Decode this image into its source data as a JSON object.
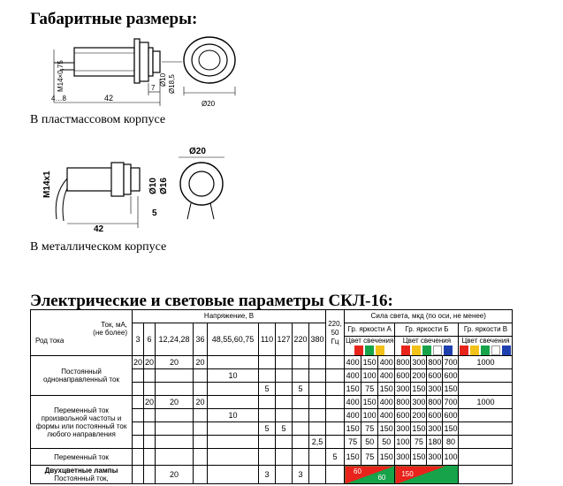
{
  "title_dimensions": "Габаритные размеры:",
  "caption_plastic": "В пластмассовом корпусе",
  "caption_metal": "В металлическом корпусе",
  "title_params": "Электрические и световые параметры СКЛ-16:",
  "fig1": {
    "thread": "М14×0,75",
    "len": "42",
    "left_dim": "4…8",
    "d10": "Ø10",
    "d185": "Ø18,5",
    "d7": "7",
    "d20": "Ø20"
  },
  "fig2": {
    "thread": "М14х1",
    "len": "42",
    "d10": "Ø10",
    "d16": "Ø16",
    "d5": "5",
    "d20": "Ø20"
  },
  "table": {
    "hdr_current": "Ток, мА,\n(не более)",
    "hdr_kind": "Род тока",
    "hdr_voltage": "Напряжение, В",
    "hdr_light": "Сила света, мкд (по оси, не менее)",
    "volts": [
      "3",
      "6",
      "12,24,28",
      "36",
      "48,55,60,75",
      "110",
      "127",
      "220",
      "380",
      "220, 50 Гц"
    ],
    "grp_a": "Гр. яркости А",
    "grp_b": "Гр. яркости Б",
    "grp_c": "Гр. яркости В",
    "color_label": "Цвет свечения",
    "colors_a": [
      "#e8231b",
      "#16a34a",
      "#f2c21b"
    ],
    "colors_b": [
      "#e8231b",
      "#f2c21b",
      "#16a34a",
      "#ffffff",
      "#1e40af"
    ],
    "colors_c": [
      "#e8231b",
      "#f2c21b",
      "#16a34a",
      "#ffffff",
      "#1e40af"
    ],
    "row1_label": "Постоянный однонаправленный ток",
    "row2_label": "Переменный ток произвольной частоты и формы или постоянный ток любого направления",
    "row3_label": "Переменный ток",
    "row4_label": "Двухцветные лампы Постоянный ток,",
    "row4_bold": "Двухцветные лампы",
    "row4_rest": "Постоянный ток,",
    "r1": {
      "c3": "20",
      "c6": "20",
      "c12": "20",
      "c36": "20",
      "c48": "10",
      "c110": "5",
      "c220": "5",
      "a": [
        [
          "400",
          "150",
          "400"
        ],
        [
          "400",
          "100",
          "400"
        ],
        [
          "150",
          "75",
          "150"
        ]
      ],
      "b": [
        [
          "800",
          "300",
          "800",
          "700"
        ],
        [
          "600",
          "200",
          "600",
          "600"
        ],
        [
          "300",
          "150",
          "300",
          "150"
        ]
      ],
      "c": "1000"
    },
    "r2": {
      "c6": "20",
      "c12": "20",
      "c36": "20",
      "c48": "10",
      "c110": "5",
      "c127": "5",
      "c380": "2,5",
      "a": [
        [
          "400",
          "150",
          "400"
        ],
        [
          "400",
          "100",
          "400"
        ],
        [
          "150",
          "75",
          "150"
        ],
        [
          "75",
          "50",
          "50"
        ]
      ],
      "b": [
        [
          "800",
          "300",
          "800",
          "700"
        ],
        [
          "600",
          "200",
          "600",
          "600"
        ],
        [
          "300",
          "150",
          "300",
          "150"
        ],
        [
          "100",
          "75",
          "180",
          "80"
        ]
      ],
      "c": "1000"
    },
    "r3": {
      "c50": "5",
      "a": [
        "150",
        "75",
        "150"
      ],
      "b": [
        "300",
        "150",
        "300",
        "100"
      ]
    },
    "r4": {
      "c12": "20",
      "c110": "3",
      "c220": "3",
      "dual_a": [
        "60",
        "60"
      ],
      "dual_b": "150"
    }
  }
}
